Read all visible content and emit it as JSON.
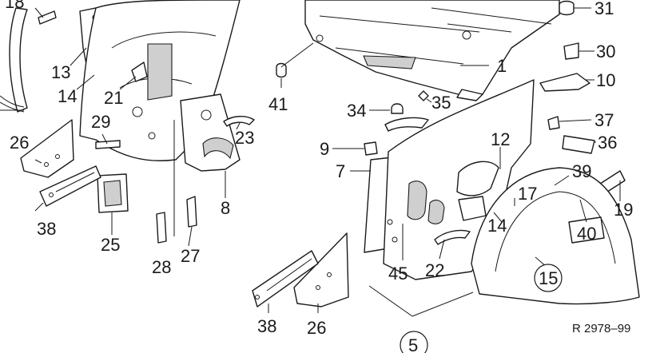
{
  "callouts": [
    "18",
    "13",
    "14",
    "21",
    "29",
    "26",
    "38",
    "25",
    "28",
    "27",
    "8",
    "23",
    "41",
    "31",
    "30",
    "10",
    "1",
    "35",
    "34",
    "37",
    "36",
    "12",
    "9",
    "7",
    "39",
    "17",
    "19",
    "14",
    "40",
    "15",
    "45",
    "22",
    "38",
    "26",
    "5"
  ],
  "reference": "R 2978–99"
}
